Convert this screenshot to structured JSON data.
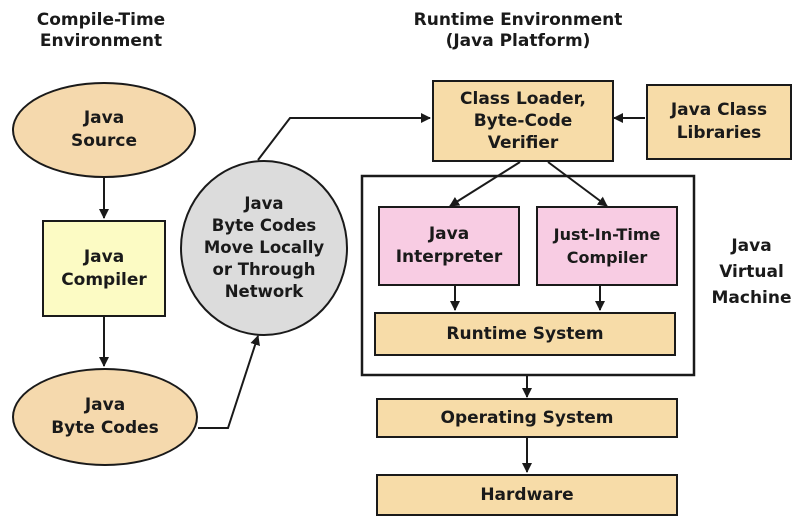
{
  "sections": {
    "compile_time": [
      "Compile-Time",
      "Environment"
    ],
    "runtime": [
      "Runtime Environment",
      "(Java Platform)"
    ],
    "jvm": [
      "Java",
      "Virtual",
      "Machine"
    ]
  },
  "nodes": {
    "java_source": [
      "Java",
      "Source"
    ],
    "java_compiler": [
      "Java",
      "Compiler"
    ],
    "java_byte_codes": [
      "Java",
      "Byte Codes"
    ],
    "byte_codes_move": [
      "Java",
      "Byte Codes",
      "Move Locally",
      "or Through",
      "Network"
    ],
    "class_loader": [
      "Class Loader,",
      "Byte-Code",
      "Verifier"
    ],
    "java_class_libraries": [
      "Java Class",
      "Libraries"
    ],
    "java_interpreter": [
      "Java",
      "Interpreter"
    ],
    "jit_compiler": [
      "Just-In-Time",
      "Compiler"
    ],
    "runtime_system": "Runtime System",
    "operating_system": "Operating System",
    "hardware": "Hardware"
  },
  "colors": {
    "ellipse_fill": "#f5d9ad",
    "compiler_fill": "#fcfbc4",
    "network_fill": "#dcdcdc",
    "platform_fill": "#f7dca8",
    "pink_fill": "#f8cce3",
    "line": "#1a1a1a"
  }
}
